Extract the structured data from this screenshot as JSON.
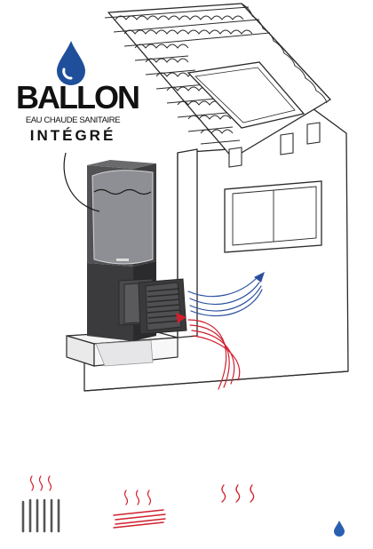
{
  "brand": {
    "title": "BALLON",
    "subtitle": "EAU CHAUDE SANITAIRE",
    "tagline": "INTÉGRÉ"
  },
  "colors": {
    "water_blue": "#1f4f9a",
    "hot_red": "#d0202e",
    "cold_blue": "#2a4f9e",
    "outline": "#2a2a2a",
    "unit_dark": "#3b3b3d"
  },
  "icons": {
    "drop": "water-drop-icon",
    "radiator": "radiator-icon",
    "floor_heating": "floor-heating-icon",
    "warm_air": "warm-air-icon",
    "small_drop": "small-water-drop-icon"
  }
}
